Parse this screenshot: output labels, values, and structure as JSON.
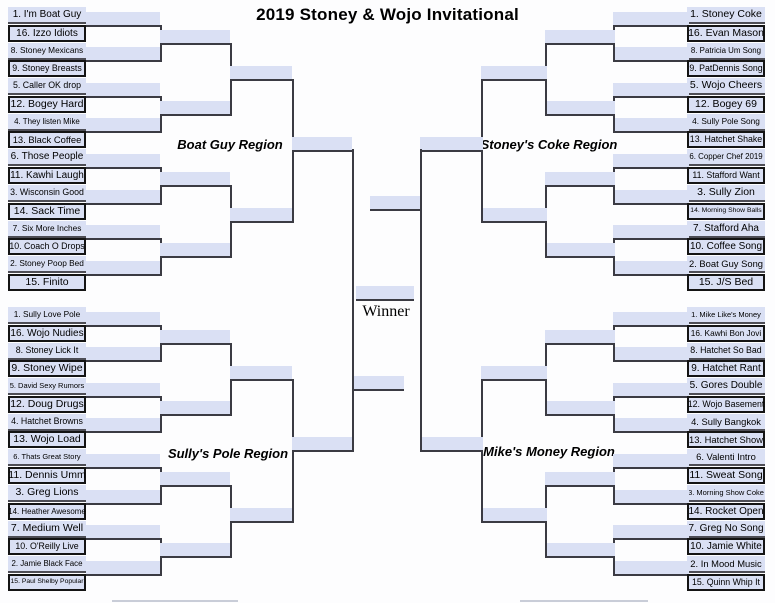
{
  "title": "2019 Stoney & Wojo Invitational",
  "winner_label": "Winner",
  "colors": {
    "slot_fill": "#dae0f4",
    "connector_line": "#3b3b43",
    "box_border": "#141414",
    "text": "#000000"
  },
  "regions": [
    {
      "name": "Boat Guy Region",
      "side": "left",
      "position": "top",
      "teams": [
        "1. I'm Boat Guy",
        "16. Izzo Idiots",
        "8. Stoney Mexicans",
        "9. Stoney Breasts",
        "5. Caller OK drop",
        "12. Bogey Hard",
        "4. They listen Mike",
        "13. Black Coffee",
        "6. Those People",
        "11. Kawhi Laugh",
        "3. Wisconsin Good",
        "14. Sack Time",
        "7. Six More Inches",
        "10. Coach O Drops",
        "2. Stoney Poop Bed",
        "15. Finito"
      ]
    },
    {
      "name": "Sully's Pole Region",
      "side": "left",
      "position": "bottom",
      "teams": [
        "1. Sully Love Pole",
        "16. Wojo Nudies",
        "8. Stoney Lick It",
        "9. Stoney Wipe",
        "5. David Sexy Rumors",
        "12. Doug Drugs",
        "4. Hatchet Browns",
        "13. Wojo Load",
        "6. Thats Great Story",
        "11. Dennis Umm",
        "3. Greg Lions",
        "14. Heather Awesome",
        "7. Medium Well",
        "10. O'Reilly Live",
        "2. Jamie Black Face",
        "15. Paul Shelby Popular"
      ]
    },
    {
      "name": "Stoney's Coke Region",
      "side": "right",
      "position": "top",
      "teams": [
        "1. Stoney Coke",
        "16. Evan Mason",
        "8. Patricia Um Song",
        "9. PatDennis Song",
        "5. Wojo Cheers",
        "12. Bogey 69",
        "4. Sully Pole Song",
        "13. Hatchet Shake",
        "6. Copper Chef 2019",
        "11. Stafford Want",
        "3. Sully Zion",
        "14. Morning Show Balls",
        "7. Stafford Aha",
        "10. Coffee Song",
        "2. Boat Guy Song",
        "15. J/S Bed"
      ]
    },
    {
      "name": "Mike's Money Region",
      "side": "right",
      "position": "bottom",
      "teams": [
        "1. Mike Like's Money",
        "16. Kawhi Bon Jovi",
        "8. Hatchet So Bad",
        "9. Hatchet Rant",
        "5. Gores Double",
        "12. Wojo Basement",
        "4. Sully Bangkok",
        "13. Hatchet Show",
        "6. Valenti Intro",
        "11. Sweat Song",
        "3. Morning Show Coke",
        "14. Rocket Open",
        "7. Greg No Song",
        "10. Jamie White",
        "2. In Mood Music",
        "15. Quinn Whip It"
      ]
    }
  ]
}
